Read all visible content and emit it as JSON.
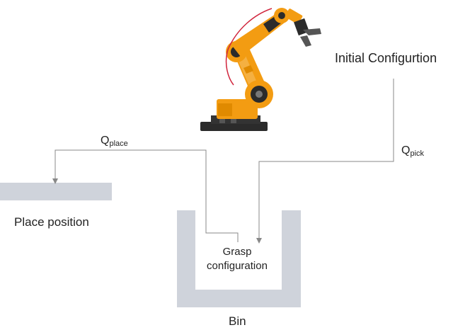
{
  "labels": {
    "initial": "Initial Configurtion",
    "place_position": "Place position",
    "grasp_line1": "Grasp",
    "grasp_line2": "configuration",
    "bin": "Bin"
  },
  "paths": {
    "place": {
      "symbol": "Q",
      "subscript": "place"
    },
    "pick": {
      "symbol": "Q",
      "subscript": "pick"
    }
  },
  "colors": {
    "robot_orange": "#f39c12",
    "robot_dark": "#2b2b2b",
    "shapes_gray": "#cfd3db",
    "arrow": "#888888",
    "cable": "#d0243c"
  }
}
